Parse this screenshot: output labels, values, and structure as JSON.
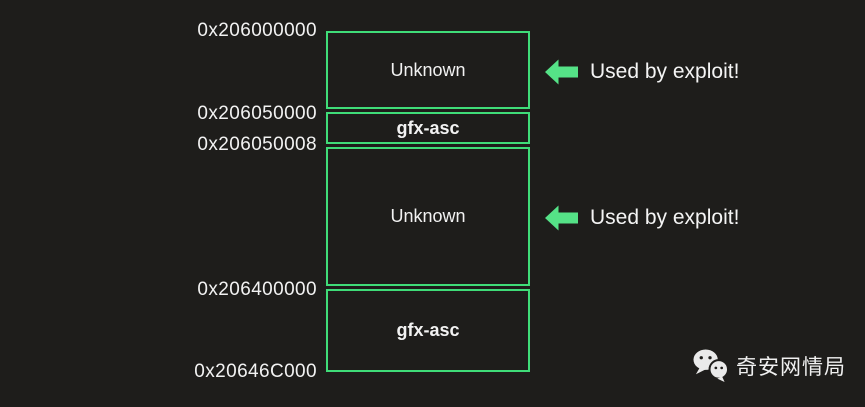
{
  "diagram": {
    "addresses": [
      "0x206000000",
      "0x206050000",
      "0x206050008",
      "0x206400000",
      "0x20646C000"
    ],
    "regions": [
      {
        "label": "Unknown",
        "start": "0x206000000",
        "end": "0x206050000",
        "used_by_exploit": true
      },
      {
        "label": "gfx-asc",
        "start": "0x206050000",
        "end": "0x206050008",
        "used_by_exploit": false
      },
      {
        "label": "Unknown",
        "start": "0x206050008",
        "end": "0x206400000",
        "used_by_exploit": true
      },
      {
        "label": "gfx-asc",
        "start": "0x206400000",
        "end": "0x20646C000",
        "used_by_exploit": false
      }
    ],
    "annotations": [
      {
        "icon": "arrow-left-icon",
        "text": "Used by exploit!"
      },
      {
        "icon": "arrow-left-icon",
        "text": "Used by exploit!"
      }
    ],
    "colors": {
      "background": "#1e1d1b",
      "box_border": "#3fdc78",
      "arrow": "#55e287",
      "text": "#f2f2f2"
    }
  },
  "watermark": {
    "icon": "wechat-icon",
    "text": "奇安网情局"
  }
}
